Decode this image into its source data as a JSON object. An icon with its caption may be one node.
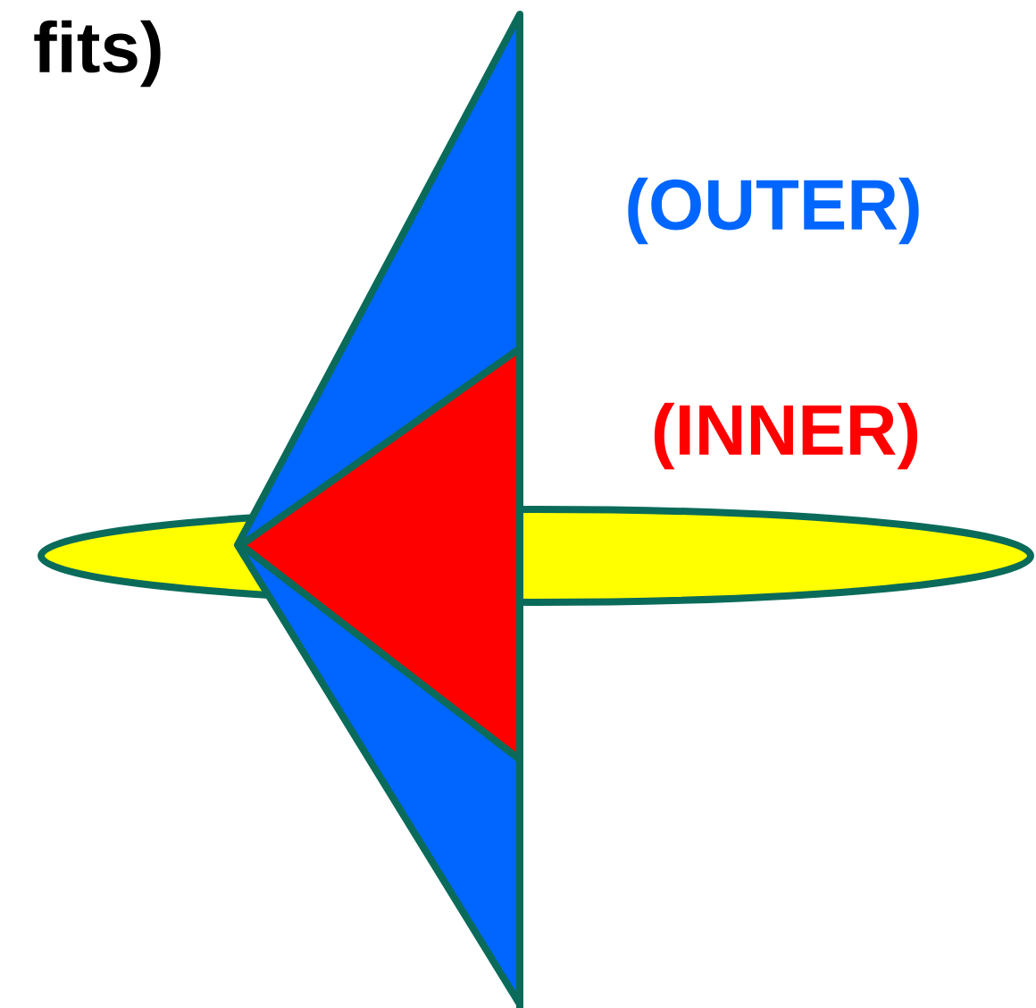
{
  "diagram": {
    "labels": [
      "fits)",
      "(OUTER)",
      "(INNER)"
    ]
  }
}
